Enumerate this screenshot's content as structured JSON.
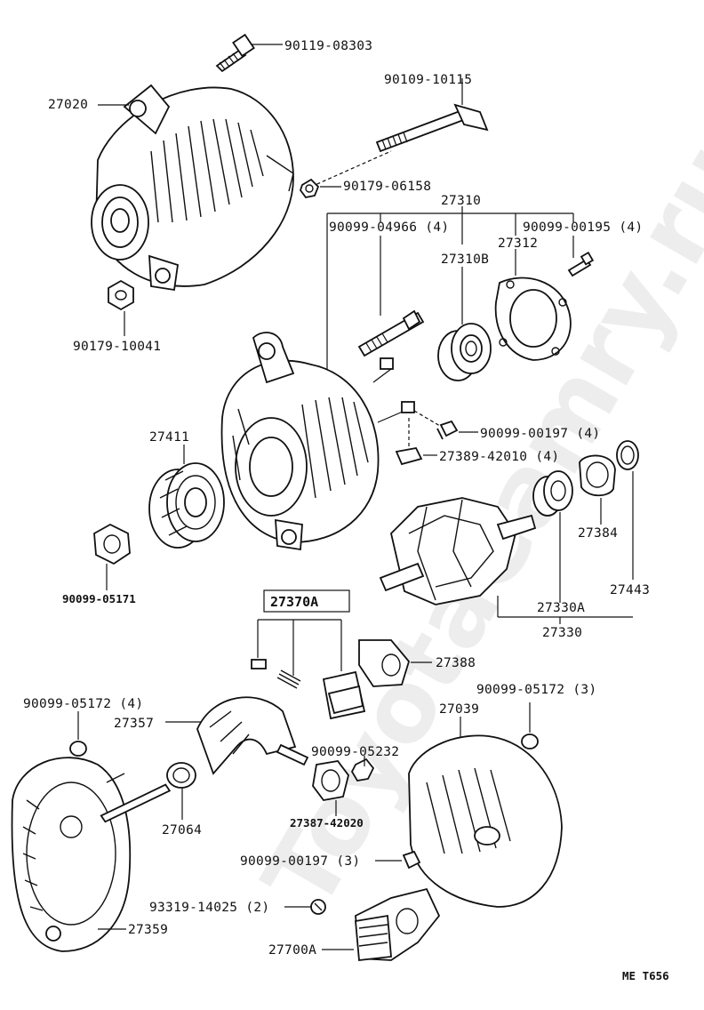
{
  "diagram": {
    "watermark": "ToyotaCamry.ru",
    "footer_code": "ME T656",
    "boxed_label": "27370A",
    "labels": {
      "p90119_08303": "90119-08303",
      "p90109_10115": "90109-10115",
      "p27020": "27020",
      "p90179_06158": "90179-06158",
      "p27310": "27310",
      "p90099_04966": "90099-04966 (4)",
      "p90099_00195": "90099-00195 (4)",
      "p27312": "27312",
      "p27310B": "27310B",
      "p90179_10041": "90179-10041",
      "p27411": "27411",
      "p90099_00197_4": "90099-00197 (4)",
      "p27389_42010": "27389-42010 (4)",
      "p27384": "27384",
      "p27443": "27443",
      "p90099_05171": "90099-05171",
      "p27330A": "27330A",
      "p27330": "27330",
      "p27388": "27388",
      "p90099_05172_4": "90099-05172 (4)",
      "p90099_05172_3": "90099-05172 (3)",
      "p27357": "27357",
      "p27039": "27039",
      "p90099_05232": "90099-05232",
      "p27064": "27064",
      "p27387_42020": "27387-42020",
      "p90099_00197_3": "90099-00197 (3)",
      "p93319_14025": "93319-14025 (2)",
      "p27359": "27359",
      "p27700A": "27700A"
    }
  }
}
